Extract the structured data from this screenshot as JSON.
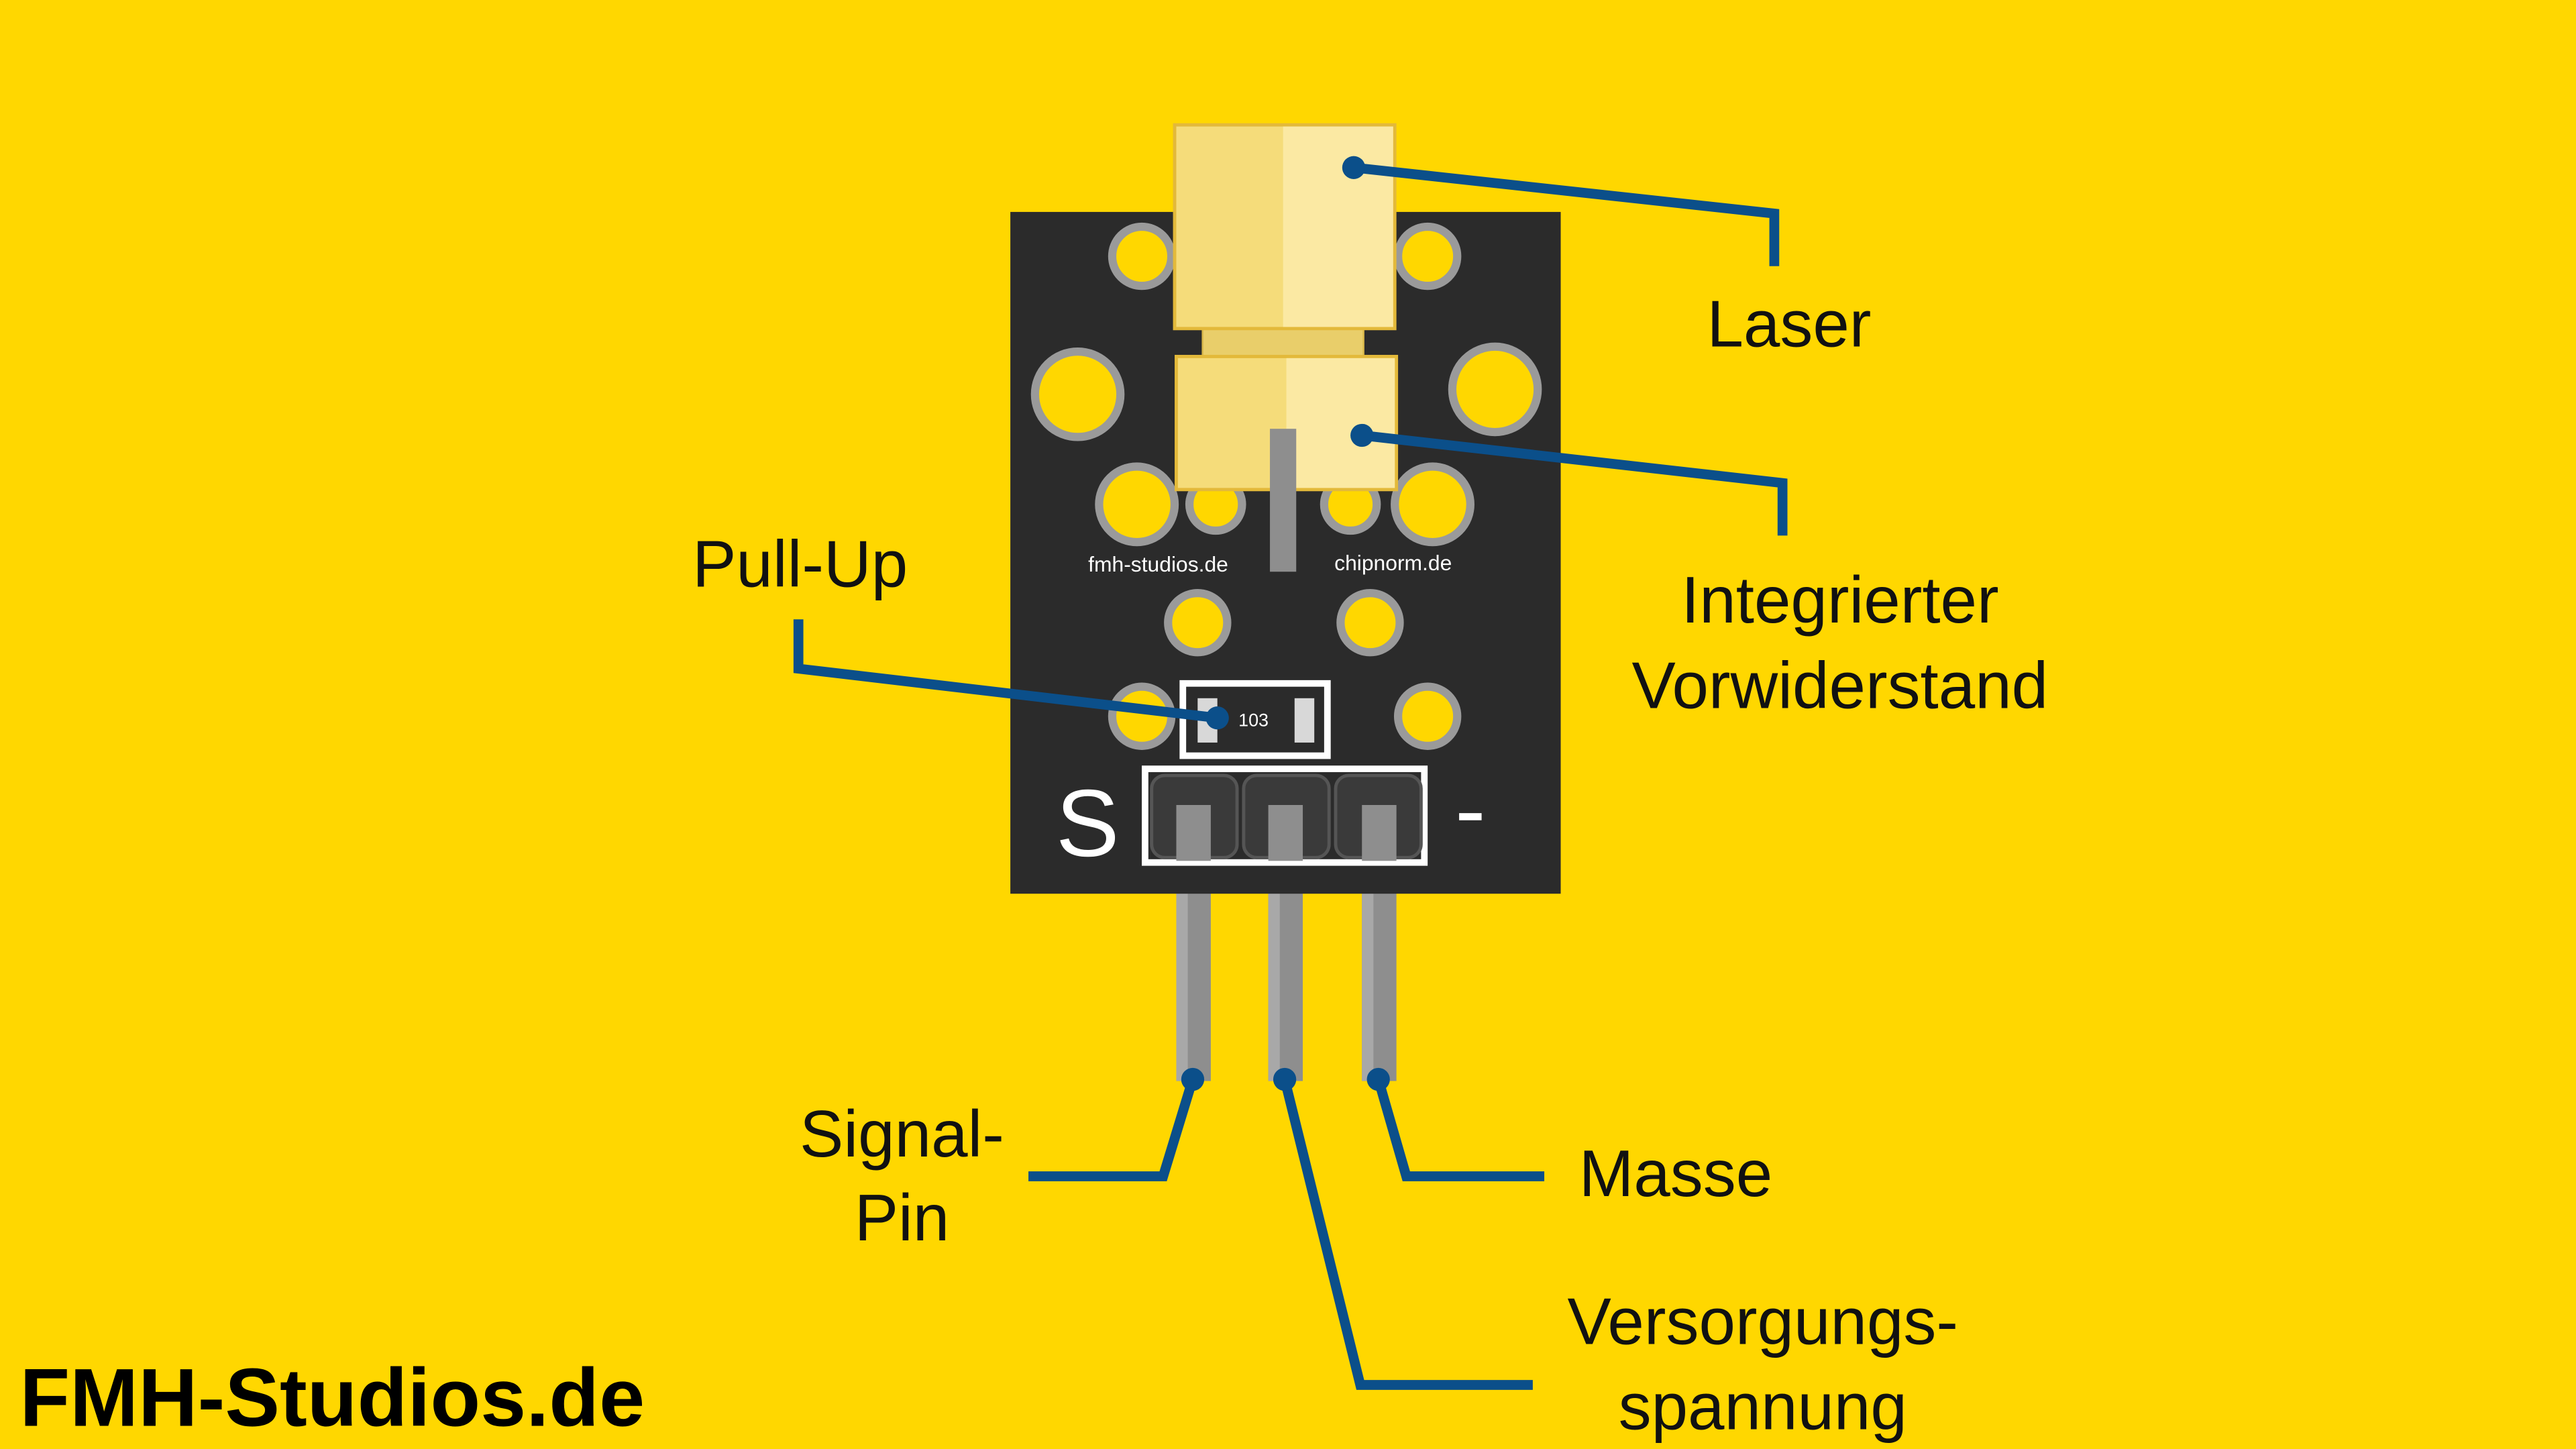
{
  "brand": "FMH-Studios.de",
  "colors": {
    "background": "#FFD700",
    "pcb": "#2B2B2B",
    "pad": "#FFD700",
    "pad_ring": "#9A9A9A",
    "leader": "#0B4F8A",
    "laser_body": "#F5DC7A",
    "pin": "#8E8E8E"
  },
  "board": {
    "left_silk": "fmh-studios.de",
    "right_silk": "chipnorm.de",
    "resistor_code": "103",
    "pin_marker_signal": "S",
    "pin_marker_ground": "-"
  },
  "labels": {
    "laser": "Laser",
    "resistor_line1": "Integrierter",
    "resistor_line2": "Vorwiderstand",
    "pullup": "Pull-Up",
    "signal_line1": "Signal-",
    "signal_line2": "Pin",
    "ground": "Masse",
    "supply_line1": "Versorgungs-",
    "supply_line2": "spannung"
  }
}
